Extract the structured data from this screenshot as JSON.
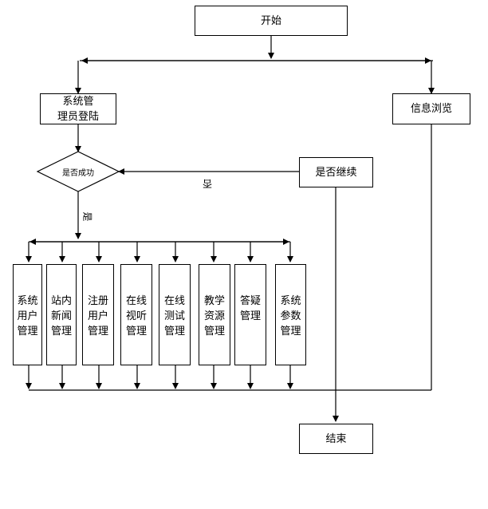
{
  "nodes": {
    "start": "开始",
    "admin_login_l1": "系统管",
    "admin_login_l2": "理员登陆",
    "info_browse": "信息浏览",
    "login_success": "是否成功",
    "continue_q": "是否继续",
    "end": "结束"
  },
  "edges": {
    "no": "否",
    "yes": "是"
  },
  "modules": [
    [
      "系统",
      "用户",
      "管理"
    ],
    [
      "站内",
      "新闻",
      "管理"
    ],
    [
      "注册",
      "用户",
      "管理"
    ],
    [
      "在线",
      "视听",
      "管理"
    ],
    [
      "在线",
      "测试",
      "管理"
    ],
    [
      "教学",
      "资源",
      "管理"
    ],
    [
      "答疑",
      "管理"
    ],
    [
      "系统",
      "参数",
      "管理"
    ]
  ]
}
